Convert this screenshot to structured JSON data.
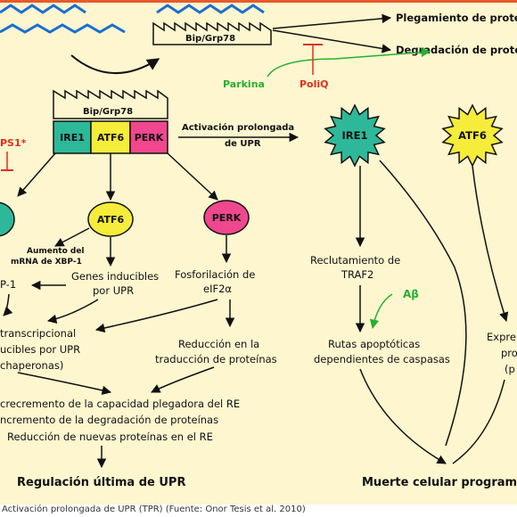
{
  "top": {
    "bip_label": "Bip/Grp78",
    "out1": "Plegamiento de prote",
    "out2": "Degradación de prote",
    "parkina": "Parkina",
    "poliq": "PoliQ"
  },
  "receptor": {
    "bip_label": "Bip/Grp78",
    "sensors": [
      "IRE1",
      "ATF6",
      "PERK"
    ]
  },
  "left": {
    "ps1": "PS1*",
    "atf6": "ATF6",
    "perk": "PERK",
    "aumento1": "Aumento del",
    "aumento2": "mRNA de XBP-1",
    "xbp": "P-1",
    "genes1": "Genes inducibles",
    "genes2": "por UPR",
    "fosf1": "Fosforilación de",
    "fosf2": "eIF2α",
    "transc1": "transcripcional",
    "transc2": "ucibles por UPR",
    "transc3": "chaperonas)",
    "reduc1": "Reducción en la",
    "reduc2": "traducción de proteínas",
    "list1": "crecremento de la capacidad plegadora del RE",
    "list2": "ncremento de la degradación de proteínas",
    "list3": "Reducción de nuevas proteínas en el RE",
    "final": "Regulación última de UPR"
  },
  "right": {
    "activ1": "Activación prolongada",
    "activ2": "de UPR",
    "ire1": "IRE1",
    "atf6": "ATF6",
    "recl1": "Reclutamiento de",
    "recl2": "TRAF2",
    "abeta": "Aβ",
    "rutas1": "Rutas apoptóticas",
    "rutas2": "dependientes de caspasas",
    "expr1": "Expre",
    "expr2": "pro",
    "expr3": "(p",
    "final": "Muerte celular program"
  },
  "caption": "Activación prolongada de UPR (TPR) (Fuente: Onor Tesis et al. 2010)",
  "colors": {
    "background": "#fdf6cf",
    "blue": "#1a6fd0",
    "green": "#24b030",
    "red": "#e0301e",
    "ire1": "#2eb89a",
    "atf6": "#f6ec3a",
    "perk": "#f0478e"
  }
}
